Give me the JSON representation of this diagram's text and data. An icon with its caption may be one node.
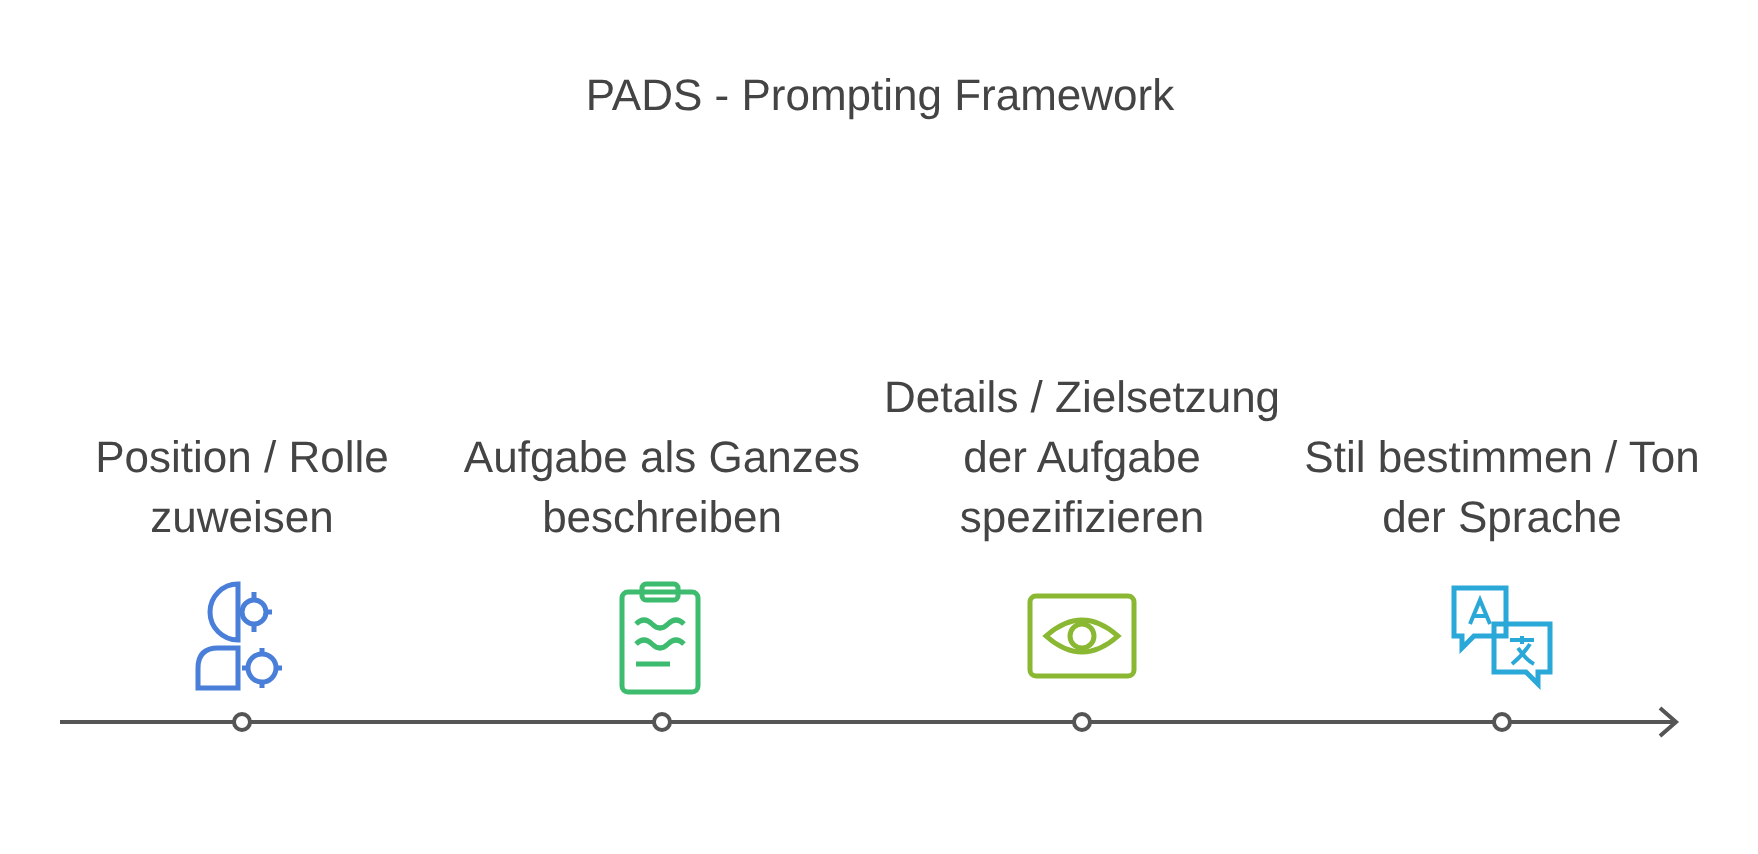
{
  "diagram": {
    "title": "PADS - Prompting Framework",
    "nodes": [
      {
        "text": [
          "Position / Rolle zuweisen"
        ]
      },
      {
        "text": [
          "Aufgabe als Ganzes beschreiben"
        ]
      },
      {
        "text": [
          "Details / Zielsetzung der Aufgabe spezifizieren"
        ]
      },
      {
        "text": [
          "Stil bestimmen / Ton der Sprache"
        ]
      }
    ],
    "edges": []
  }
}
